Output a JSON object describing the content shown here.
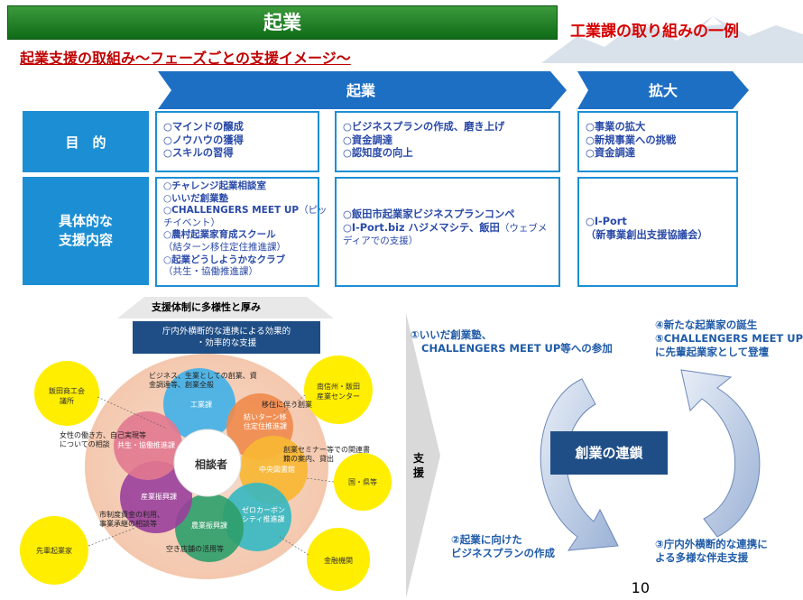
{
  "header": {
    "title": "起業",
    "right_title": "工業課の取り組みの一例",
    "subtitle": "起業支援の取組み～フェーズごとの支援イメージ～"
  },
  "phases": {
    "startup": "起業",
    "expansion": "拡大"
  },
  "rows": {
    "purpose": {
      "label": "目　的",
      "col1": [
        "○マインドの醸成",
        "○ノウハウの獲得",
        "○スキルの習得"
      ],
      "col2": [
        "○ビジネスプランの作成、磨き上げ",
        "○資金調達",
        "○認知度の向上"
      ],
      "col3": [
        "○事業の拡大",
        "○新規事業への挑戦",
        "○資金調達"
      ]
    },
    "content": {
      "label_line1": "具体的な",
      "label_line2": "支援内容",
      "col1": {
        "item1": "○チャレンジ起業相談室",
        "item2": "○いいだ創業塾",
        "item3": "○CHALLENGERS MEET UP",
        "item3_note1": "（ピッ",
        "item3_note2": "チイベント）",
        "item4": "○農村起業家育成スクール",
        "item4_note": "（結ターン移住定住推進課）",
        "item5": "○起業どうしようかなクラブ",
        "item5_note": "（共生・協働推進課）"
      },
      "col2": {
        "item1": "○飯田市起業家ビジネスプランコンペ",
        "item2": "○I-Port.biz ハジメマシテ、飯田",
        "item2_note1": "（ウェブメ",
        "item2_note2": "ディアでの支援）"
      },
      "col3": {
        "item1": "○I-Port",
        "item2": "（新事業創出支援協議会）"
      }
    }
  },
  "support_structure": {
    "label": "支援体制に多様性と厚み",
    "box_line1": "庁内外横断的な連携による効果的",
    "box_line2": "・効率的な支援",
    "center": "相談者",
    "departments": {
      "kogyo": "工業課",
      "musubi_1": "結いターン移",
      "musubi_2": "住定住推進課",
      "chuoto": "中央図書館",
      "zero_1": "ゼロカーボン",
      "zero_2": "シティ推進課",
      "norin": "農業振興課",
      "sangyo": "産業振興課",
      "kyosei": "共生・協働推進課"
    },
    "notes": {
      "note1_1": "ビジネス、生業としての創業、資",
      "note1_2": "金調達等、創業全般",
      "note2": "移住に伴う創業",
      "note3_1": "創業セミナー等での関連書",
      "note3_2": "籍の案内、貸出",
      "note4_1": "女性の働き方、自己実現等",
      "note4_2": "についての相談",
      "note5_1": "市制度資金の利用、",
      "note5_2": "事業承継の相談等",
      "note6": "空き店舗の活用等"
    },
    "partners": {
      "chamber_1": "飯田商工会",
      "chamber_2": "議所",
      "center_1": "南信州・飯田",
      "center_2": "産業センター",
      "gov": "国・県等",
      "pioneer": "先輩起業家",
      "bank": "金融機関"
    }
  },
  "arrow_label": "支援",
  "cycle": {
    "center": "創業の連鎖",
    "step1_1": "①いいだ創業塾、",
    "step1_2": "CHALLENGERS MEET UP等への参加",
    "step2_1": "②起業に向けた",
    "step2_2": "ビジネスプランの作成",
    "step3_1": "③庁内外横断的な連携に",
    "step3_2": "よる多様な伴走支援",
    "step4": "④新たな起業家の誕生",
    "step5_1": "⑤CHALLENGERS MEET UP",
    "step5_2": "に先輩起業家として登壇"
  },
  "page_number": "10",
  "colors": {
    "banner_green": "#1f7f2a",
    "header_blue": "#1c8fd4",
    "title_red": "#d60000",
    "text_blue": "#2a4aa8",
    "navy": "#1f4e86",
    "yellow": "#ffee00"
  }
}
